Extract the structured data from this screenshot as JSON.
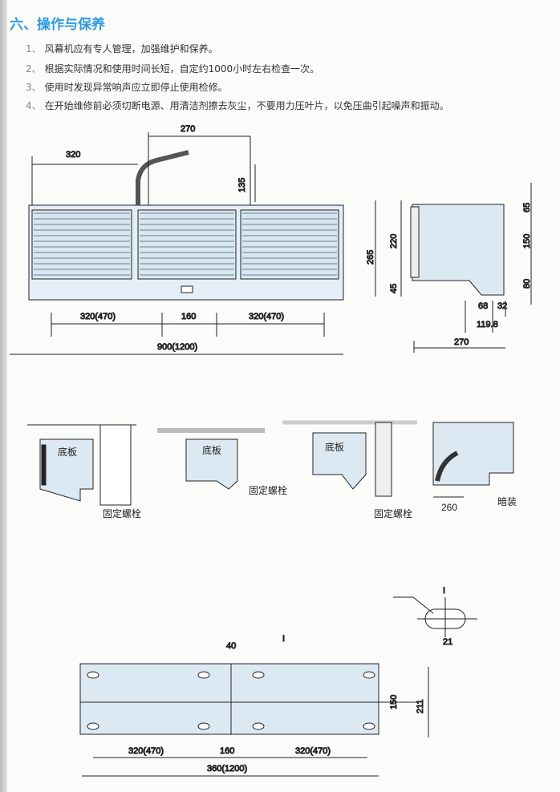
{
  "heading": "六、操作与保养",
  "items": [
    {
      "n": "1、",
      "text": "风幕机应有专人管理，加强维护和保养。"
    },
    {
      "n": "2、",
      "text": "根据实际情况和使用时间长短，自定约1000小时左右检查一次。"
    },
    {
      "n": "3、",
      "text": "使用时发现异常响声应立即停止使用检修。"
    },
    {
      "n": "4、",
      "text": "在开始维修前必须切断电源、用清洁剂擦去灰尘，不要用力压叶片，以免压曲引起噪声和振动。"
    }
  ],
  "front_view": {
    "d270": "270",
    "d320": "320",
    "d135": "135",
    "d320a": "320(470)",
    "d160": "160",
    "d320b": "320(470)",
    "d900": "900(1200)"
  },
  "side_view": {
    "d265": "265",
    "d220": "220",
    "d45": "45",
    "d65": "65",
    "d150": "150",
    "d80": "80",
    "d68": "68",
    "d32": "32",
    "d1198": "119.8",
    "d270": "270"
  },
  "install": {
    "base_plate": "底板",
    "fix_bolt": "固定螺栓",
    "concealed": "暗装",
    "d260": "260"
  },
  "bottom_view": {
    "d40": "40",
    "mark": "I",
    "d21": "21",
    "d150": "150",
    "d211": "211",
    "d320a": "320(470)",
    "d160": "160",
    "d320b": "320(470)",
    "d360": "360(1200)"
  }
}
